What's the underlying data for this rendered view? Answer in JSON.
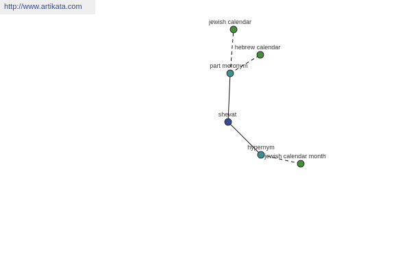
{
  "banner": {
    "text": "http://www.artikata.com"
  },
  "graph": {
    "colors": {
      "word": "#3c4a91",
      "relation": "#3f8f8f",
      "term": "#4a8a3c"
    },
    "nodes": [
      {
        "id": "shevat",
        "label": "shevat",
        "kind": "word"
      },
      {
        "id": "part-meronym",
        "label": "part meronym",
        "kind": "relation"
      },
      {
        "id": "jewish-calendar",
        "label": "jewish calendar",
        "kind": "term"
      },
      {
        "id": "hebrew-calendar",
        "label": "hebrew calendar",
        "kind": "term"
      },
      {
        "id": "hypernym",
        "label": "hypernym",
        "kind": "relation"
      },
      {
        "id": "jewish-calendar-month",
        "label": "jewish calendar month",
        "kind": "term"
      }
    ],
    "edges": [
      {
        "from": "shevat",
        "to": "part-meronym",
        "style": "solid"
      },
      {
        "from": "part-meronym",
        "to": "jewish-calendar",
        "style": "dashed"
      },
      {
        "from": "part-meronym",
        "to": "hebrew-calendar",
        "style": "dashed"
      },
      {
        "from": "shevat",
        "to": "hypernym",
        "style": "solid"
      },
      {
        "from": "hypernym",
        "to": "jewish-calendar-month",
        "style": "dashed"
      }
    ]
  }
}
